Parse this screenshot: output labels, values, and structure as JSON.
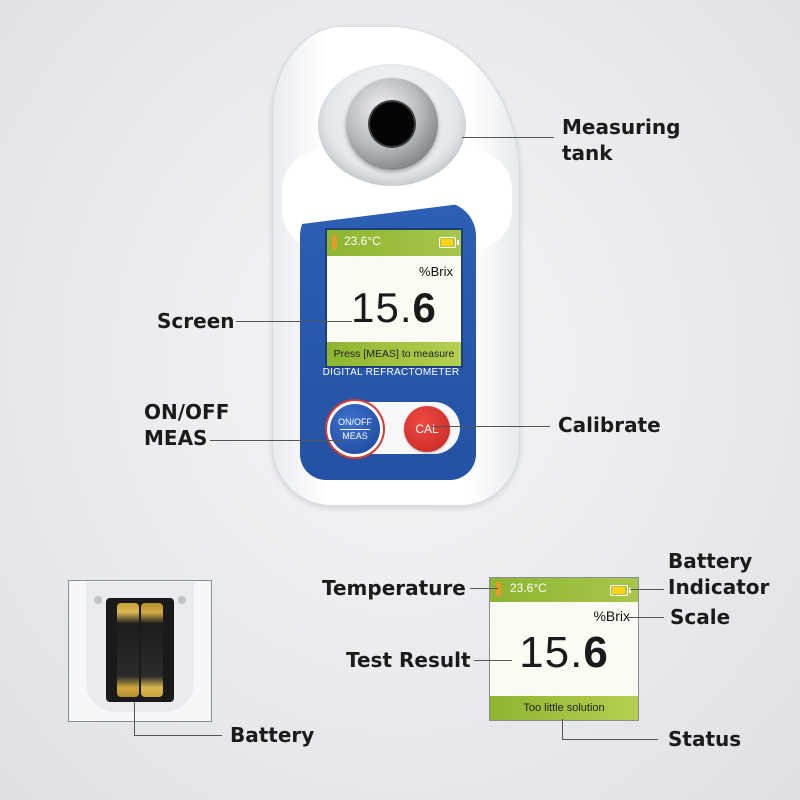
{
  "device": {
    "screen": {
      "temperature": "23.6°C",
      "scale": "%Brix",
      "value_main": "15.",
      "value_decimal": "6",
      "status": "Press [MEAS] to measure"
    },
    "model_label": "DIGITAL REFRACTOMETER",
    "buttons": {
      "onoff_top": "ON/OFF",
      "onoff_bottom": "MEAS",
      "cal": "CAL"
    }
  },
  "display_zoom": {
    "temperature": "23.6°C",
    "scale": "%Brix",
    "value_main": "15.",
    "value_decimal": "6",
    "status": "Too little solution"
  },
  "callouts": {
    "measuring_tank": [
      "Measuring",
      "tank"
    ],
    "screen": "Screen",
    "onoff_meas": [
      "ON/OFF",
      "MEAS"
    ],
    "calibrate": "Calibrate",
    "battery": "Battery",
    "temperature": "Temperature",
    "battery_indicator": [
      "Battery",
      "Indicator"
    ],
    "scale": "Scale",
    "test_result": "Test Result",
    "status": "Status"
  }
}
